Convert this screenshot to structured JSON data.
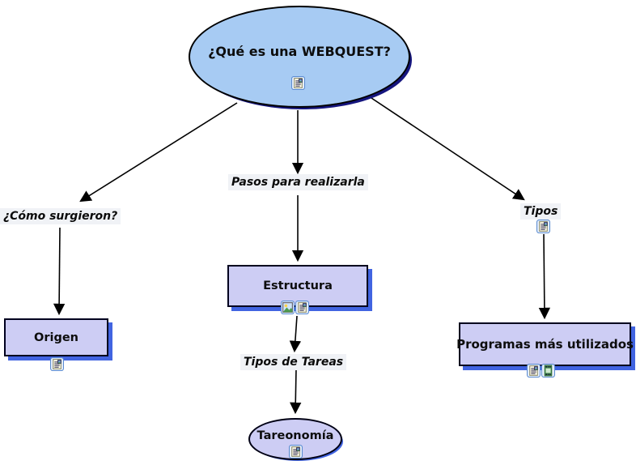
{
  "concept_map": {
    "root": {
      "label": "¿Qué es una WEBQUEST?",
      "icons": [
        "doc-image-icon"
      ]
    },
    "branches": [
      {
        "link_label": "¿Cómo surgieron?",
        "target": {
          "label": "Origen",
          "icons": [
            "doc-image-icon"
          ]
        }
      },
      {
        "link_label": "Pasos para realizarla",
        "target": {
          "label": "Estructura",
          "icons": [
            "picture-icon",
            "doc-image-icon"
          ]
        },
        "sub_branch": {
          "link_label": "Tipos de Tareas",
          "target": {
            "label": "Tareonomía",
            "icons": [
              "doc-image-icon"
            ]
          }
        }
      },
      {
        "link_label": "Tipos",
        "link_icons": [
          "doc-image-icon"
        ],
        "target": {
          "label": "Programas más utilizados",
          "icons": [
            "doc-image-icon",
            "film-icon"
          ]
        }
      }
    ]
  },
  "colors": {
    "root_ellipse_fill": "#a7cbf3",
    "root_ellipse_shadow": "#15157e",
    "node_fill": "#cdcdf4",
    "node_shadow": "#4164e1",
    "node_border": "#000000",
    "link_label_bg": "#f0f2f6",
    "arrow": "#000000",
    "background": "#ffffff"
  }
}
